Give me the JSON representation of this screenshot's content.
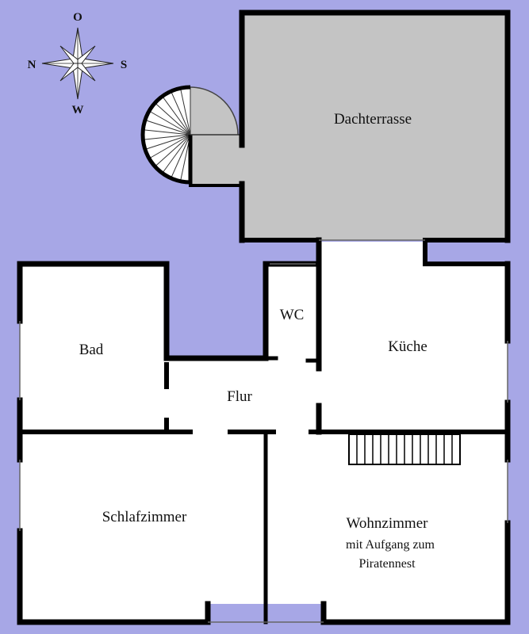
{
  "compass": {
    "top": "O",
    "left": "N",
    "right": "S",
    "bottom": "W"
  },
  "rooms": {
    "dachterrasse": "Dachterrasse",
    "bad": "Bad",
    "wc": "WC",
    "kueche": "Küche",
    "flur": "Flur",
    "schlafzimmer": "Schlafzimmer",
    "wohnzimmer_line1": "Wohnzimmer",
    "wohnzimmer_line2": "mit Aufgang zum",
    "wohnzimmer_line3": "Piratennest"
  },
  "colors": {
    "background": "#a7a7e6",
    "floor": "#ffffff",
    "terrace": "#c4c4c4",
    "wall": "#000000"
  }
}
